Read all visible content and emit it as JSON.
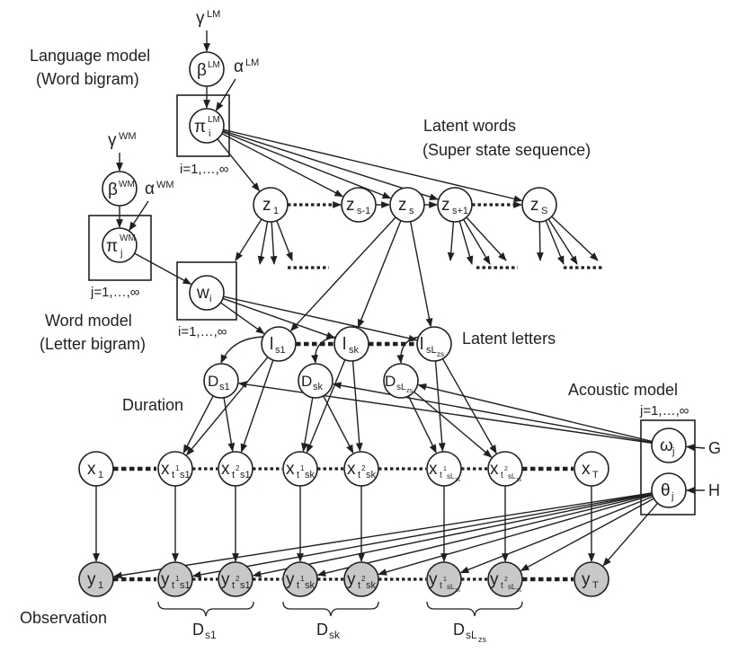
{
  "colors": {
    "ink": "#231f20",
    "observed_fill": "#c8c8ca",
    "background": "#ffffff"
  },
  "labels": {
    "language_model_1": "Language model",
    "language_model_2": "(Word bigram)",
    "latent_words_1": "Latent words",
    "latent_words_2": "(Super state sequence)",
    "word_model_1": "Word model",
    "word_model_2": "(Letter bigram)",
    "latent_letters": "Latent letters",
    "duration": "Duration",
    "acoustic_model": "Acoustic model",
    "observation": "Observation"
  },
  "plates": {
    "lm": "i=1,…,∞",
    "wm": "j=1,…,∞",
    "w": "i=1,…,∞",
    "acoustic": "j=1,…,∞"
  },
  "external_inputs": {
    "G": "G",
    "H": "H"
  },
  "nodes": {
    "gamma_lm": {
      "base": "γ",
      "sup": "LM"
    },
    "beta_lm": {
      "base": "β",
      "sup": "LM"
    },
    "alpha_lm": {
      "base": "α",
      "sup": "LM"
    },
    "pi_lm": {
      "base": "π",
      "sub": "i",
      "sup": "LM"
    },
    "gamma_wm": {
      "base": "γ",
      "sup": "WM"
    },
    "beta_wm": {
      "base": "β",
      "sup": "WM"
    },
    "alpha_wm": {
      "base": "α",
      "sup": "WM"
    },
    "pi_wm": {
      "base": "π",
      "sub": "j",
      "sup": "WM"
    },
    "w": {
      "base": "w",
      "sub": "i"
    },
    "z1": {
      "base": "z",
      "sub": "1"
    },
    "zsm1": {
      "base": "z",
      "sub": "s-1"
    },
    "zs": {
      "base": "z",
      "sub": "s"
    },
    "zsp1": {
      "base": "z",
      "sub": "s+1"
    },
    "zS": {
      "base": "z",
      "sub": "S"
    },
    "ls1": {
      "base": "l",
      "sub": "s1"
    },
    "lsk": {
      "base": "l",
      "sub": "sk"
    },
    "lsL": {
      "base": "l",
      "sub": "sL",
      "subsub": "zs"
    },
    "ds1": {
      "base": "D",
      "sub": "s1"
    },
    "dsk": {
      "base": "D",
      "sub": "sk"
    },
    "dsL": {
      "base": "D",
      "sub": "sL",
      "subsub": "zs"
    },
    "omega": {
      "base": "ω",
      "sub": "j"
    },
    "theta": {
      "base": "θ",
      "sub": "j"
    },
    "x1": {
      "base": "x",
      "sub": "1"
    },
    "xs11": {
      "base": "x",
      "sub": "t",
      "subsub_sup": "1",
      "subsub": "s1"
    },
    "xs12": {
      "base": "x",
      "sub": "t",
      "subsub_sup": "2",
      "subsub": "s1"
    },
    "xsk1": {
      "base": "x",
      "sub": "t",
      "subsub_sup": "1",
      "subsub": "sk"
    },
    "xsk2": {
      "base": "x",
      "sub": "t",
      "subsub_sup": "2",
      "subsub": "sk"
    },
    "xsL1": {
      "base": "x",
      "sub": "t",
      "subsub_sup": "1",
      "subsub": "sL",
      "subsubsub": "zs"
    },
    "xsL2": {
      "base": "x",
      "sub": "t",
      "subsub_sup": "2",
      "subsub": "sL",
      "subsubsub": "zs"
    },
    "xT": {
      "base": "x",
      "sub": "T"
    },
    "y1": {
      "base": "y",
      "sub": "1"
    },
    "ys11": {
      "base": "y",
      "sub": "t",
      "subsub_sup": "1",
      "subsub": "s1"
    },
    "ys12": {
      "base": "y",
      "sub": "t",
      "subsub_sup": "2",
      "subsub": "s1"
    },
    "ysk1": {
      "base": "y",
      "sub": "t",
      "subsub_sup": "1",
      "subsub": "sk"
    },
    "ysk2": {
      "base": "y",
      "sub": "t",
      "subsub_sup": "2",
      "subsub": "sk"
    },
    "ysL1": {
      "base": "y",
      "sub": "t",
      "subsub_sup": "1",
      "subsub": "sL",
      "subsubsub": "zs"
    },
    "ysL2": {
      "base": "y",
      "sub": "t",
      "subsub_sup": "2",
      "subsub": "sL",
      "subsubsub": "zs"
    },
    "yT": {
      "base": "y",
      "sub": "T"
    }
  },
  "braces": {
    "s1": {
      "base": "D",
      "sub": "s1"
    },
    "sk": {
      "base": "D",
      "sub": "sk"
    },
    "sL": {
      "base": "D",
      "sub": "sL",
      "subsub": "zs"
    }
  }
}
